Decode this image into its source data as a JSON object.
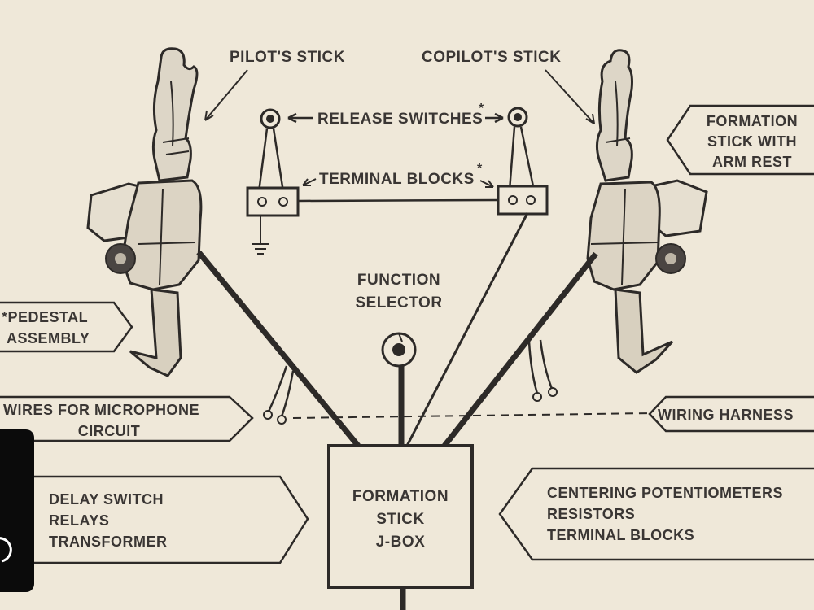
{
  "labels": {
    "pilot_stick": "PILOT'S STICK",
    "copilot_stick": "COPILOT'S STICK",
    "release_switches": "RELEASE SWITCHES",
    "release_asterisk": "*",
    "terminal_blocks": "TERMINAL BLOCKS",
    "terminal_asterisk": "*",
    "function_selector": [
      "FUNCTION",
      "SELECTOR"
    ],
    "formation_stick_arm_rest": [
      "FORMATION",
      "STICK WITH",
      "ARM REST"
    ],
    "pedestal_assembly": [
      "*PEDESTAL",
      "ASSEMBLY"
    ],
    "wires_microphone": [
      "WIRES FOR MICROPHONE",
      "CIRCUIT"
    ],
    "wiring_harness": "WIRING HARNESS",
    "delay_switch_box": [
      "DELAY SWITCH",
      "RELAYS",
      "TRANSFORMER"
    ],
    "jbox": [
      "FORMATION",
      "STICK",
      "J-BOX"
    ],
    "centering_box": [
      "CENTERING POTENTIOMETERS",
      "RESISTORS",
      "TERMINAL BLOCKS"
    ]
  },
  "colors": {
    "paper": "#efe8d9",
    "ink": "#2d2a28",
    "text": "#3a3634",
    "overlay": "#0b0b0b"
  }
}
